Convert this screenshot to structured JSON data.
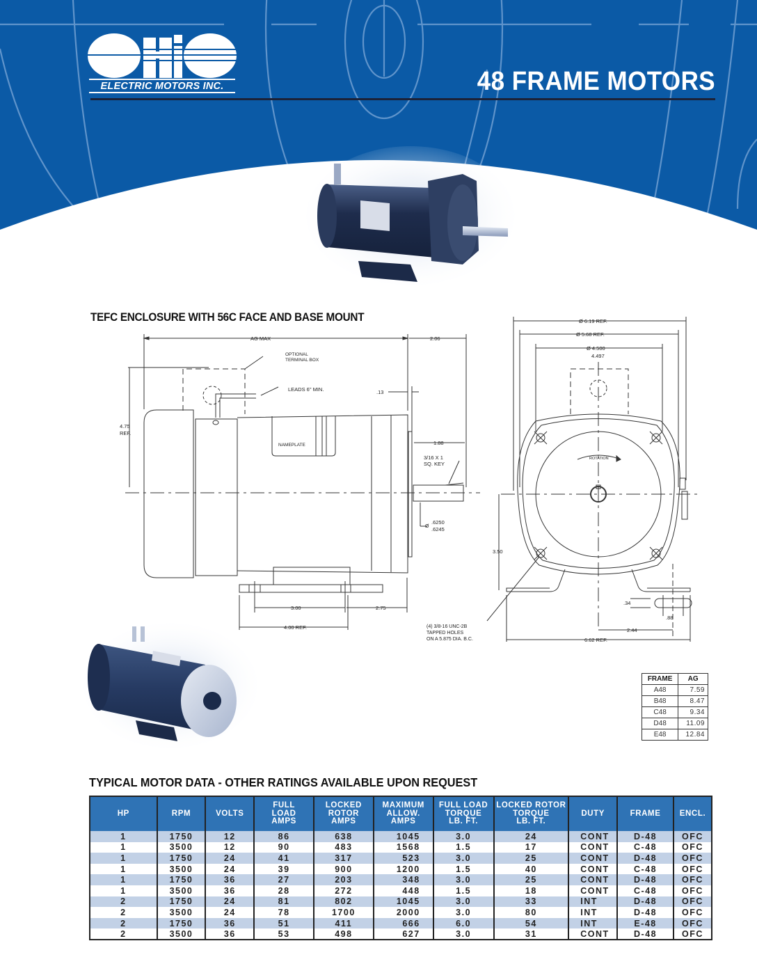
{
  "header": {
    "logo_word": "OHIO",
    "logo_subtitle": "ELECTRIC MOTORS INC.",
    "page_title": "48 FRAME MOTORS",
    "colors": {
      "banner_blue": "#0b5aa6",
      "banner_line": "#6f9fd2",
      "rule": "#1c2238"
    }
  },
  "photos": {
    "top_motor": "TEFC motor with 56C face and base mount",
    "bottom_motor": "Motor with flange face"
  },
  "side_view": {
    "heading": "TEFC ENCLOSURE WITH 56C FACE AND BASE MOUNT",
    "dims": {
      "ag_max": "AG MAX",
      "shaft_ext": "2.06",
      "optional_box_1": "OPTIONAL",
      "optional_box_2": "TERMINAL BOX",
      "leads": "LEADS 6\" MIN.",
      "flange": ".13",
      "height_1": "4.75",
      "height_2": "REF.",
      "nameplate": "NAMEPLATE",
      "key_len": "1.88",
      "key_1": "3/16 X 1",
      "key_2": "SQ. KEY",
      "shaft_dia_1": ".6250",
      "shaft_dia_2": ".6245",
      "shaft_dia_symbol": "Ø",
      "base_holes": "3.00",
      "base_to_face": "2.75",
      "base_len": "4.00 REF."
    }
  },
  "end_view": {
    "dims": {
      "dia_619": "Ø 6.19 REF.",
      "dia_568": "Ø 5.68 REF.",
      "dia_4500": "Ø 4.500",
      "dia_4497": "4.497",
      "rotation": "ROTATION",
      "shaft_height": "3.50",
      "slot_w": ".34",
      "slot_len": ".88",
      "center_to_slot": "2.44",
      "base_width": "6.62 REF.",
      "tapped_1": "(4) 3/8-16 UNC-2B",
      "tapped_2": "TAPPED  HOLES",
      "tapped_3": "ON A 5.875 DIA. B.C."
    }
  },
  "frame_table": {
    "headers": [
      "FRAME",
      "AG"
    ],
    "rows": [
      {
        "frame": "A48",
        "ag": "7.59"
      },
      {
        "frame": "B48",
        "ag": "8.47"
      },
      {
        "frame": "C48",
        "ag": "9.34"
      },
      {
        "frame": "D48",
        "ag": "11.09"
      },
      {
        "frame": "E48",
        "ag": "12.84"
      }
    ]
  },
  "motor_data": {
    "heading": "TYPICAL MOTOR DATA - OTHER RATINGS AVAILABLE UPON REQUEST",
    "headers": [
      [
        "HP"
      ],
      [
        "RPM"
      ],
      [
        "VOLTS"
      ],
      [
        "FULL",
        "LOAD",
        "AMPS"
      ],
      [
        "LOCKED",
        "ROTOR",
        "AMPS"
      ],
      [
        "MAXIMUM",
        "ALLOW.",
        "AMPS"
      ],
      [
        "FULL LOAD",
        "TORQUE",
        "LB. FT."
      ],
      [
        "LOCKED ROTOR",
        "TORQUE",
        "LB. FT."
      ],
      [
        "DUTY"
      ],
      [
        "FRAME"
      ],
      [
        "ENCL."
      ]
    ],
    "rows": [
      [
        "1",
        "1750",
        "12",
        "86",
        "638",
        "1045",
        "3.0",
        "24",
        "CONT",
        "D-48",
        "OFC"
      ],
      [
        "1",
        "3500",
        "12",
        "90",
        "483",
        "1568",
        "1.5",
        "17",
        "CONT",
        "C-48",
        "OFC"
      ],
      [
        "1",
        "1750",
        "24",
        "41",
        "317",
        "523",
        "3.0",
        "25",
        "CONT",
        "D-48",
        "OFC"
      ],
      [
        "1",
        "3500",
        "24",
        "39",
        "900",
        "1200",
        "1.5",
        "40",
        "CONT",
        "C-48",
        "OFC"
      ],
      [
        "1",
        "1750",
        "36",
        "27",
        "203",
        "348",
        "3.0",
        "25",
        "CONT",
        "D-48",
        "OFC"
      ],
      [
        "1",
        "3500",
        "36",
        "28",
        "272",
        "448",
        "1.5",
        "18",
        "CONT",
        "C-48",
        "OFC"
      ],
      [
        "2",
        "1750",
        "24",
        "81",
        "802",
        "1045",
        "3.0",
        "33",
        "INT",
        "D-48",
        "OFC"
      ],
      [
        "2",
        "3500",
        "24",
        "78",
        "1700",
        "2000",
        "3.0",
        "80",
        "INT",
        "D-48",
        "OFC"
      ],
      [
        "2",
        "1750",
        "36",
        "51",
        "411",
        "666",
        "6.0",
        "54",
        "INT",
        "E-48",
        "OFC"
      ],
      [
        "2",
        "3500",
        "36",
        "53",
        "498",
        "627",
        "3.0",
        "31",
        "CONT",
        "D-48",
        "OFC"
      ]
    ],
    "colors": {
      "header_bg": "#2f73b5",
      "row_alt": "#c2d1e6",
      "row_plain": "#ffffff"
    }
  }
}
